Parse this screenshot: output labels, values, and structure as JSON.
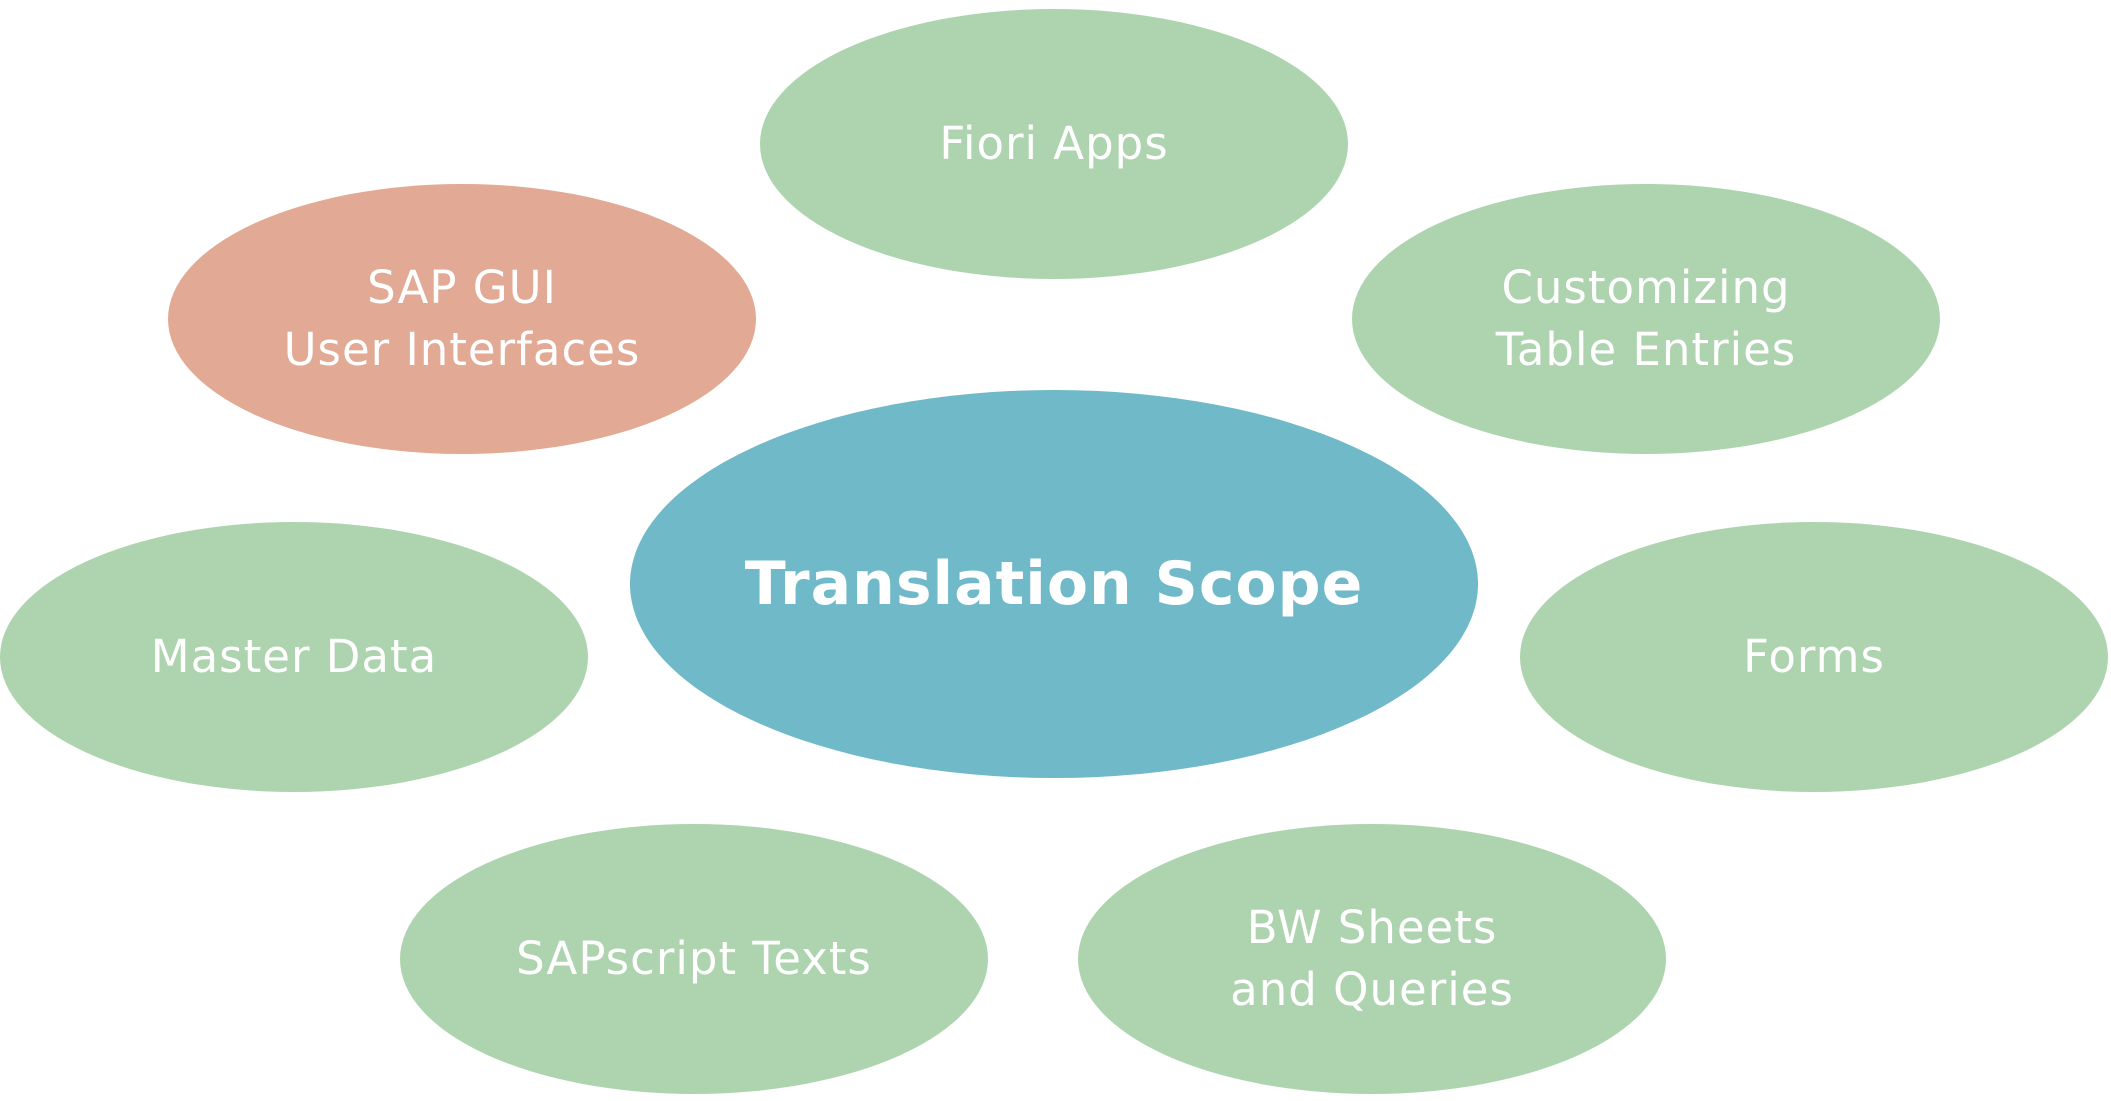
{
  "colors": {
    "green": "#add4ae",
    "salmon": "#e2a994",
    "teal": "#6fb9c9",
    "text": "#ffffff"
  },
  "center": {
    "label": "Translation Scope"
  },
  "bubbles": {
    "fiori": {
      "lines": [
        "Fiori Apps"
      ]
    },
    "sap_gui": {
      "lines": [
        "SAP GUI",
        "User Interfaces"
      ]
    },
    "customizing": {
      "lines": [
        "Customizing",
        "Table Entries"
      ]
    },
    "master_data": {
      "lines": [
        "Master Data"
      ]
    },
    "forms": {
      "lines": [
        "Forms"
      ]
    },
    "sapscript": {
      "lines": [
        "SAPscript Texts"
      ]
    },
    "bw": {
      "lines": [
        "BW Sheets",
        "and Queries"
      ]
    }
  }
}
